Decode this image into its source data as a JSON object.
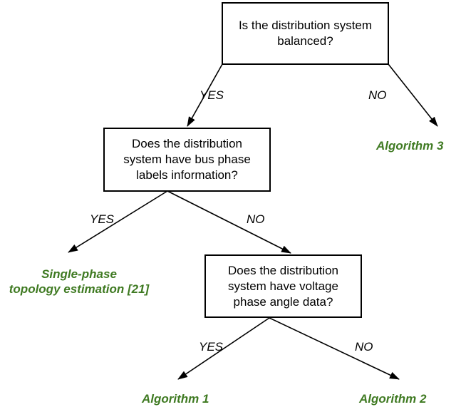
{
  "questions": {
    "q1": [
      "Is the distribution system",
      "balanced?"
    ],
    "q2": [
      "Does the distribution",
      "system have bus phase",
      "labels information?"
    ],
    "q3": [
      "Does the distribution",
      "system have voltage",
      "phase angle data?"
    ]
  },
  "edge_labels": {
    "q1_yes": "YES",
    "q1_no": "NO",
    "q2_yes": "YES",
    "q2_no": "NO",
    "q3_yes": "YES",
    "q3_no": "NO"
  },
  "outcomes": {
    "algorithm3": "Algorithm 3",
    "single_phase": [
      "Single-phase",
      "topology estimation [21]"
    ],
    "algorithm1": "Algorithm 1",
    "algorithm2": "Algorithm 2"
  },
  "colors": {
    "outcome_text": "#3f7a22",
    "lines": "#000000"
  }
}
